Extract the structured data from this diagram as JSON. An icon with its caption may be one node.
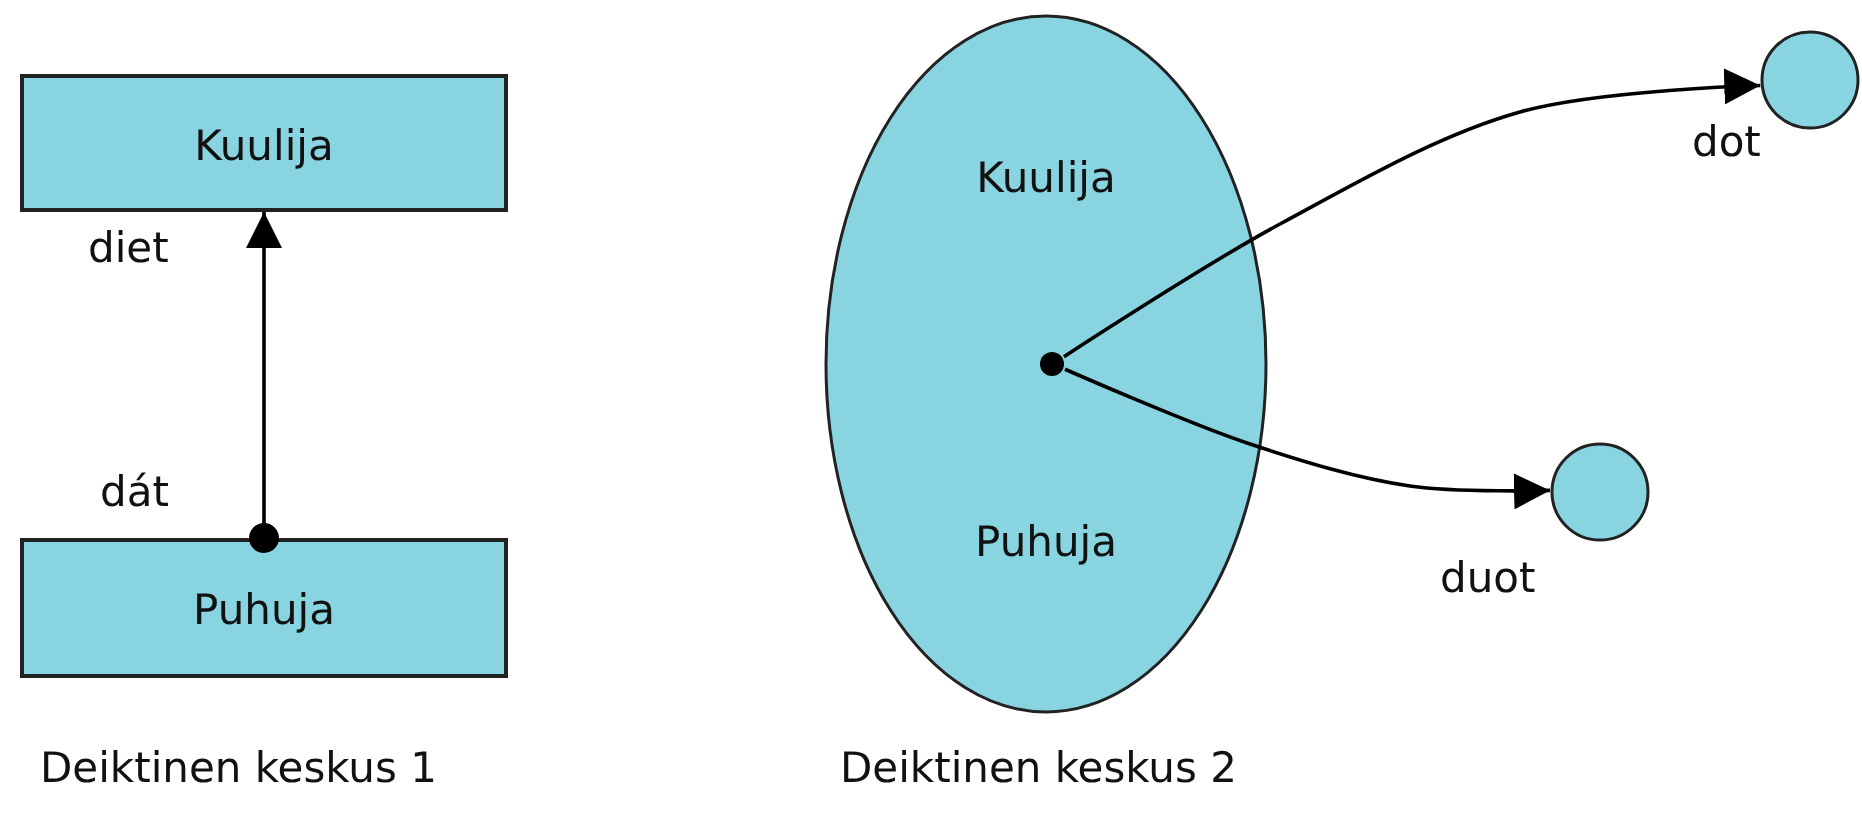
{
  "diagram": {
    "nodes": [
      {
        "text": [
          "Kuulija"
        ],
        "beside": [
          "diet"
        ]
      },
      {
        "text": [
          "Puhuja"
        ],
        "beside": [
          "dát"
        ]
      },
      {
        "text": [
          "Kuulija",
          "Puhuja"
        ]
      },
      {
        "text": [],
        "shape": "circle",
        "in": 2
      },
      {
        "text": [],
        "shape": "circle",
        "beside": [
          "dot"
        ]
      },
      {
        "text": [],
        "shape": "circle",
        "beside": [
          "duot"
        ]
      }
    ],
    "edges": [
      {
        "from": 1,
        "to": 0,
        "arrow": "to"
      },
      {
        "from": 3,
        "to": 4,
        "arrow": "to"
      },
      {
        "from": 3,
        "to": 5,
        "arrow": "to"
      }
    ],
    "labels": [
      "Deiktinen keskus 1",
      "Deiktinen keskus 2"
    ]
  }
}
